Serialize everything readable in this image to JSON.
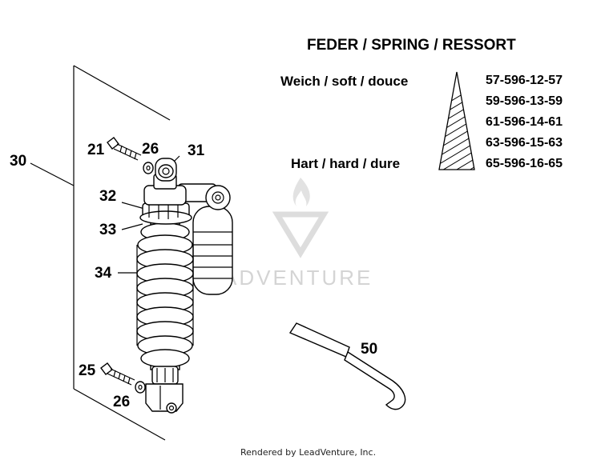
{
  "header": {
    "spring_title": "FEDER / SPRING / RESSORT",
    "soft_label": "Weich / soft / douce",
    "hard_label": "Hart / hard / dure"
  },
  "spring_part_numbers": [
    "57-596-12-57",
    "59-596-13-59",
    "61-596-14-61",
    "63-596-15-63",
    "65-596-16-65"
  ],
  "callouts": {
    "c30": "30",
    "c21": "21",
    "c26_top": "26",
    "c31": "31",
    "c32": "32",
    "c33": "33",
    "c34": "34",
    "c25": "25",
    "c26_bottom": "26",
    "c50": "50"
  },
  "watermark": {
    "text": "ADVENTURE"
  },
  "footer": {
    "text": "Rendered by LeadVenture, Inc."
  }
}
